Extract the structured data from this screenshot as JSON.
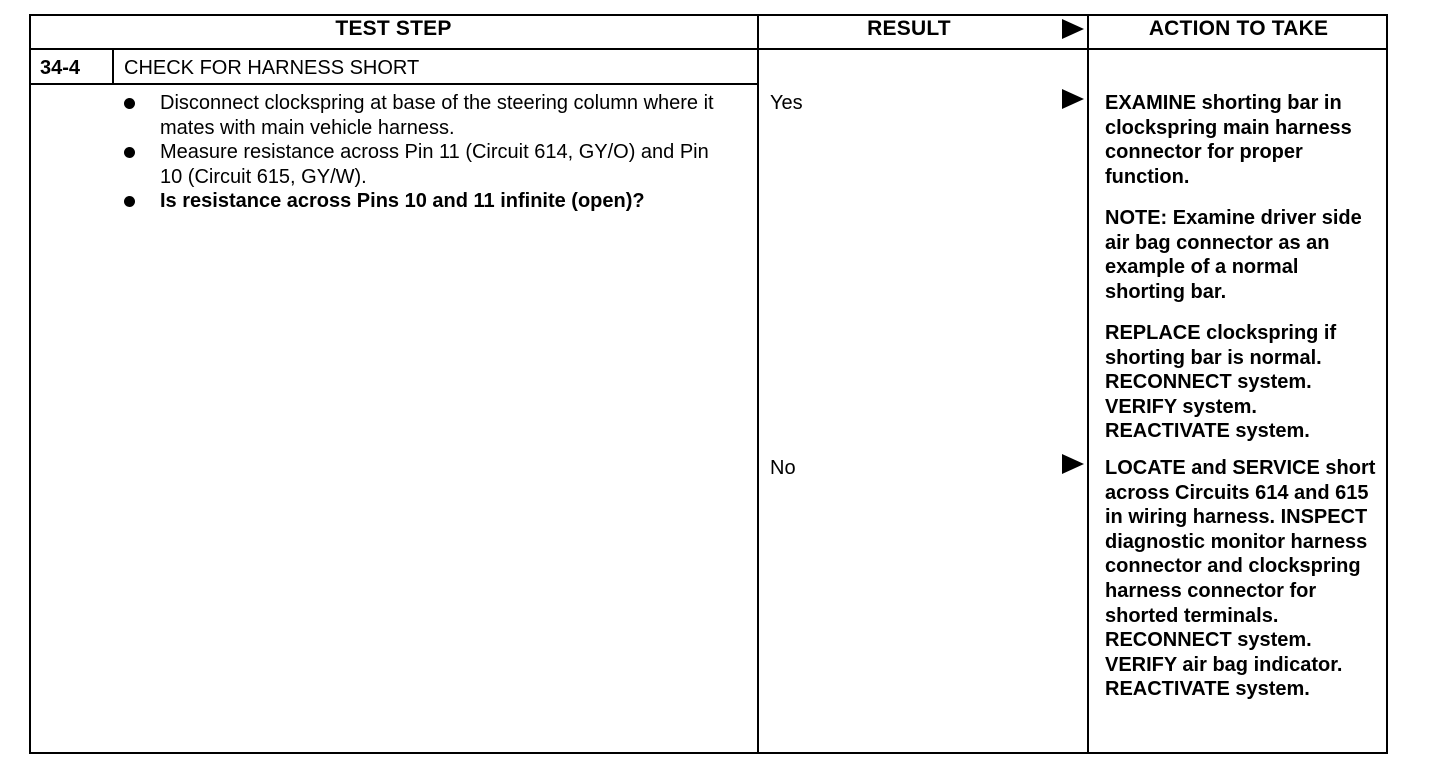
{
  "headers": {
    "test_step": "TEST STEP",
    "result": "RESULT",
    "action": "ACTION TO TAKE"
  },
  "step": {
    "number": "34-4",
    "title": "CHECK FOR HARNESS SHORT",
    "bullets": [
      "Disconnect clockspring at base of the steering column where it mates with main vehicle harness.",
      "Measure resistance across Pin 11 (Circuit 614, GY/O) and Pin 10 (Circuit 615, GY/W).",
      "Is resistance across Pins 10 and 11 infinite (open)?"
    ]
  },
  "results": {
    "yes": {
      "label": "Yes",
      "actions": [
        "EXAMINE shorting bar in clockspring main harness connector for proper function.",
        "NOTE: Examine driver side air bag connector as an example of a normal shorting bar.",
        "REPLACE clockspring if shorting bar is normal. RECONNECT system. VERIFY system. REACTIVATE system."
      ]
    },
    "no": {
      "label": "No",
      "actions": [
        "LOCATE and SERVICE short across Circuits 614 and 615 in wiring harness. INSPECT diagnostic monitor harness connector and clockspring harness connector for shorted terminals. RECONNECT system. VERIFY air bag indicator. REACTIVATE system."
      ]
    }
  }
}
